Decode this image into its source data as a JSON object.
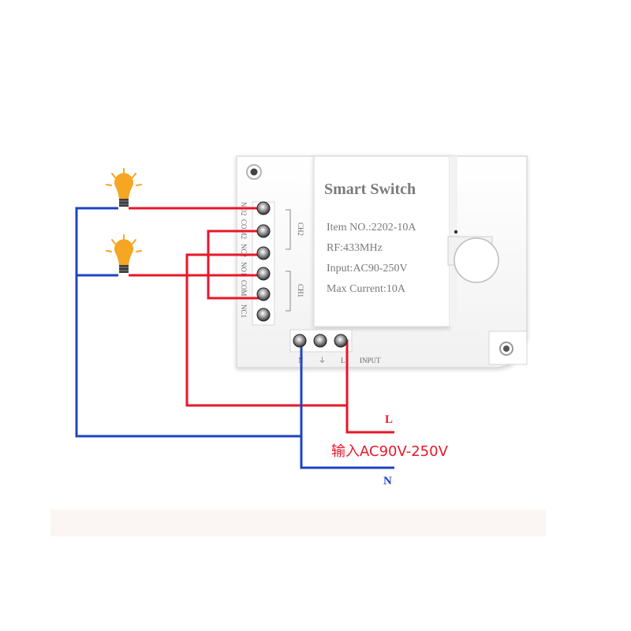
{
  "device": {
    "title": "Smart Switch",
    "specs": [
      "Item NO.:2202-10A",
      "RF:433MHz",
      "Input:AC90-250V",
      "Max Current:10A"
    ],
    "terminals": [
      "NO2",
      "COM2",
      "NC2",
      "NO1",
      "COM1",
      "NC1"
    ],
    "channels": [
      "CH2",
      "CH1"
    ],
    "input_terminals": [
      "N",
      "⏚",
      "L"
    ],
    "input_label": "INPUT"
  },
  "supply": {
    "live": "L",
    "neutral": "N",
    "voltage_label": "输入AC90V-250V"
  },
  "colors": {
    "live_wire": "#e8172a",
    "neutral_wire": "#1e44c2",
    "bulb": "#f5a623",
    "device_body": "#ffffff",
    "label_text": "#777777"
  },
  "icons": [
    "light-bulb-icon",
    "light-bulb-icon",
    "mounting-hole-icon",
    "screw-terminal-icon",
    "learn-button-icon"
  ]
}
